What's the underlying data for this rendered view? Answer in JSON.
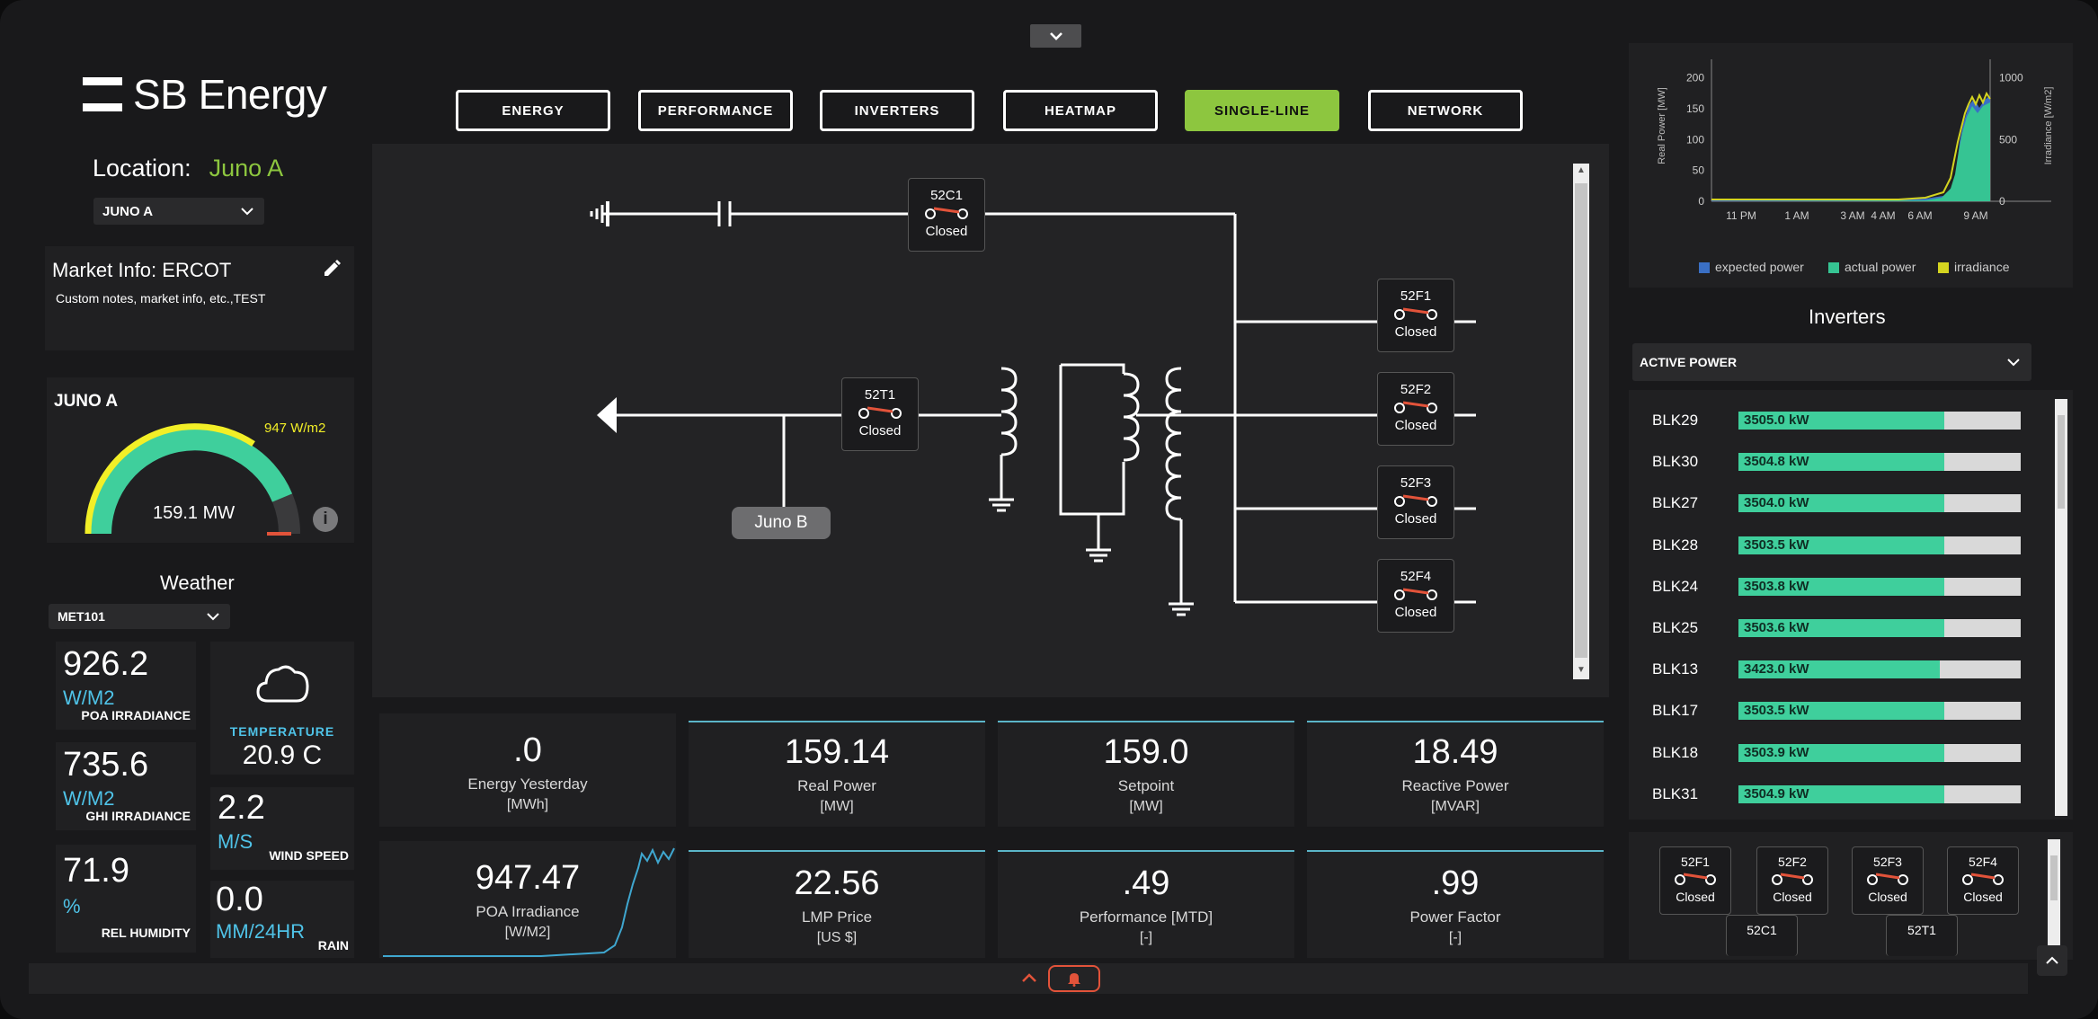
{
  "brand": {
    "name": "SB Energy"
  },
  "location": {
    "label": "Location:",
    "value": "Juno A",
    "select": "JUNO A"
  },
  "nav": {
    "tabs": [
      {
        "label": "ENERGY",
        "active": false
      },
      {
        "label": "PERFORMANCE",
        "active": false
      },
      {
        "label": "INVERTERS",
        "active": false
      },
      {
        "label": "HEATMAP",
        "active": false
      },
      {
        "label": "SINGLE-LINE",
        "active": true
      },
      {
        "label": "NETWORK",
        "active": false
      }
    ]
  },
  "market": {
    "title": "Market Info: ERCOT",
    "notes": "Custom notes, market info, etc.,TEST"
  },
  "gauge": {
    "title": "JUNO A",
    "irradiance": "947 W/m2",
    "power": "159.1 MW",
    "fill_fraction": 0.9
  },
  "weather": {
    "title": "Weather",
    "station": "MET101",
    "poa": {
      "value": "926.2",
      "unit": "W/M2",
      "label": "POA IRRADIANCE"
    },
    "ghi": {
      "value": "735.6",
      "unit": "W/M2",
      "label": "GHI IRRADIANCE"
    },
    "humidity": {
      "value": "71.9",
      "unit": "%",
      "label": "REL HUMIDITY"
    },
    "temperature": {
      "label": "TEMPERATURE",
      "value": "20.9 C"
    },
    "wind": {
      "value": "2.2",
      "unit": "M/S",
      "label": "WIND SPEED"
    },
    "rain": {
      "value": "0.0",
      "unit": "MM/24HR",
      "label": "RAIN"
    }
  },
  "single_line": {
    "breakers": [
      {
        "id": "52C1",
        "state": "Closed"
      },
      {
        "id": "52T1",
        "state": "Closed"
      },
      {
        "id": "52F1",
        "state": "Closed"
      },
      {
        "id": "52F2",
        "state": "Closed"
      },
      {
        "id": "52F3",
        "state": "Closed"
      },
      {
        "id": "52F4",
        "state": "Closed"
      }
    ],
    "link_label": "Juno B"
  },
  "stats": [
    {
      "value": ".0",
      "label": "Energy Yesterday",
      "unit": "[MWh]"
    },
    {
      "value": "159.14",
      "label": "Real Power",
      "unit": "[MW]"
    },
    {
      "value": "159.0",
      "label": "Setpoint",
      "unit": "[MW]"
    },
    {
      "value": "18.49",
      "label": "Reactive Power",
      "unit": "[MVAR]"
    },
    {
      "value": "947.47",
      "label": "POA Irradiance",
      "unit": "[W/M2]"
    },
    {
      "value": "22.56",
      "label": "LMP Price",
      "unit": "[US $]"
    },
    {
      "value": ".49",
      "label": "Performance [MTD]",
      "unit": "[-]"
    },
    {
      "value": ".99",
      "label": "Power Factor",
      "unit": "[-]"
    }
  ],
  "chart_data": {
    "type": "area",
    "xlabel": "",
    "ylabel": "Real Power [MW]",
    "y2label": "Irradiance [W/m2]",
    "x_ticks": [
      "11 PM",
      "1 AM",
      "3 AM",
      "4 AM",
      "6 AM",
      "9 AM"
    ],
    "y_ticks": [
      0,
      50,
      100,
      150,
      200
    ],
    "y2_ticks": [
      0,
      500,
      1000
    ],
    "ylim": [
      0,
      230
    ],
    "y2lim": [
      0,
      1150
    ],
    "legend": [
      "expected power",
      "actual power",
      "irradiance"
    ],
    "legend_position": "bottom",
    "series_colors": {
      "expected power": "#3a6fc4",
      "actual power": "#36c493",
      "irradiance": "#d4d420"
    }
  },
  "inverters": {
    "title": "Inverters",
    "metric": "ACTIVE POWER",
    "max_kw": 4800,
    "items": [
      {
        "name": "BLK29",
        "value": "3505.0 kW",
        "kw": 3505.0
      },
      {
        "name": "BLK30",
        "value": "3504.8 kW",
        "kw": 3504.8
      },
      {
        "name": "BLK27",
        "value": "3504.0 kW",
        "kw": 3504.0
      },
      {
        "name": "BLK28",
        "value": "3503.5 kW",
        "kw": 3503.5
      },
      {
        "name": "BLK24",
        "value": "3503.8 kW",
        "kw": 3503.8
      },
      {
        "name": "BLK25",
        "value": "3503.6 kW",
        "kw": 3503.6
      },
      {
        "name": "BLK13",
        "value": "3423.0 kW",
        "kw": 3423.0
      },
      {
        "name": "BLK17",
        "value": "3503.5 kW",
        "kw": 3503.5
      },
      {
        "name": "BLK18",
        "value": "3503.9 kW",
        "kw": 3503.9
      },
      {
        "name": "BLK31",
        "value": "3504.9 kW",
        "kw": 3504.9
      }
    ]
  },
  "breaker_panel": [
    {
      "id": "52F1",
      "state": "Closed"
    },
    {
      "id": "52F2",
      "state": "Closed"
    },
    {
      "id": "52F3",
      "state": "Closed"
    },
    {
      "id": "52F4",
      "state": "Closed"
    },
    {
      "id": "52C1",
      "state": ""
    },
    {
      "id": "52T1",
      "state": ""
    }
  ],
  "colors": {
    "accent": "#8dc63f",
    "unit": "#4fc3e8",
    "bar": "#3fcf9c",
    "alarm": "#e2533a"
  }
}
